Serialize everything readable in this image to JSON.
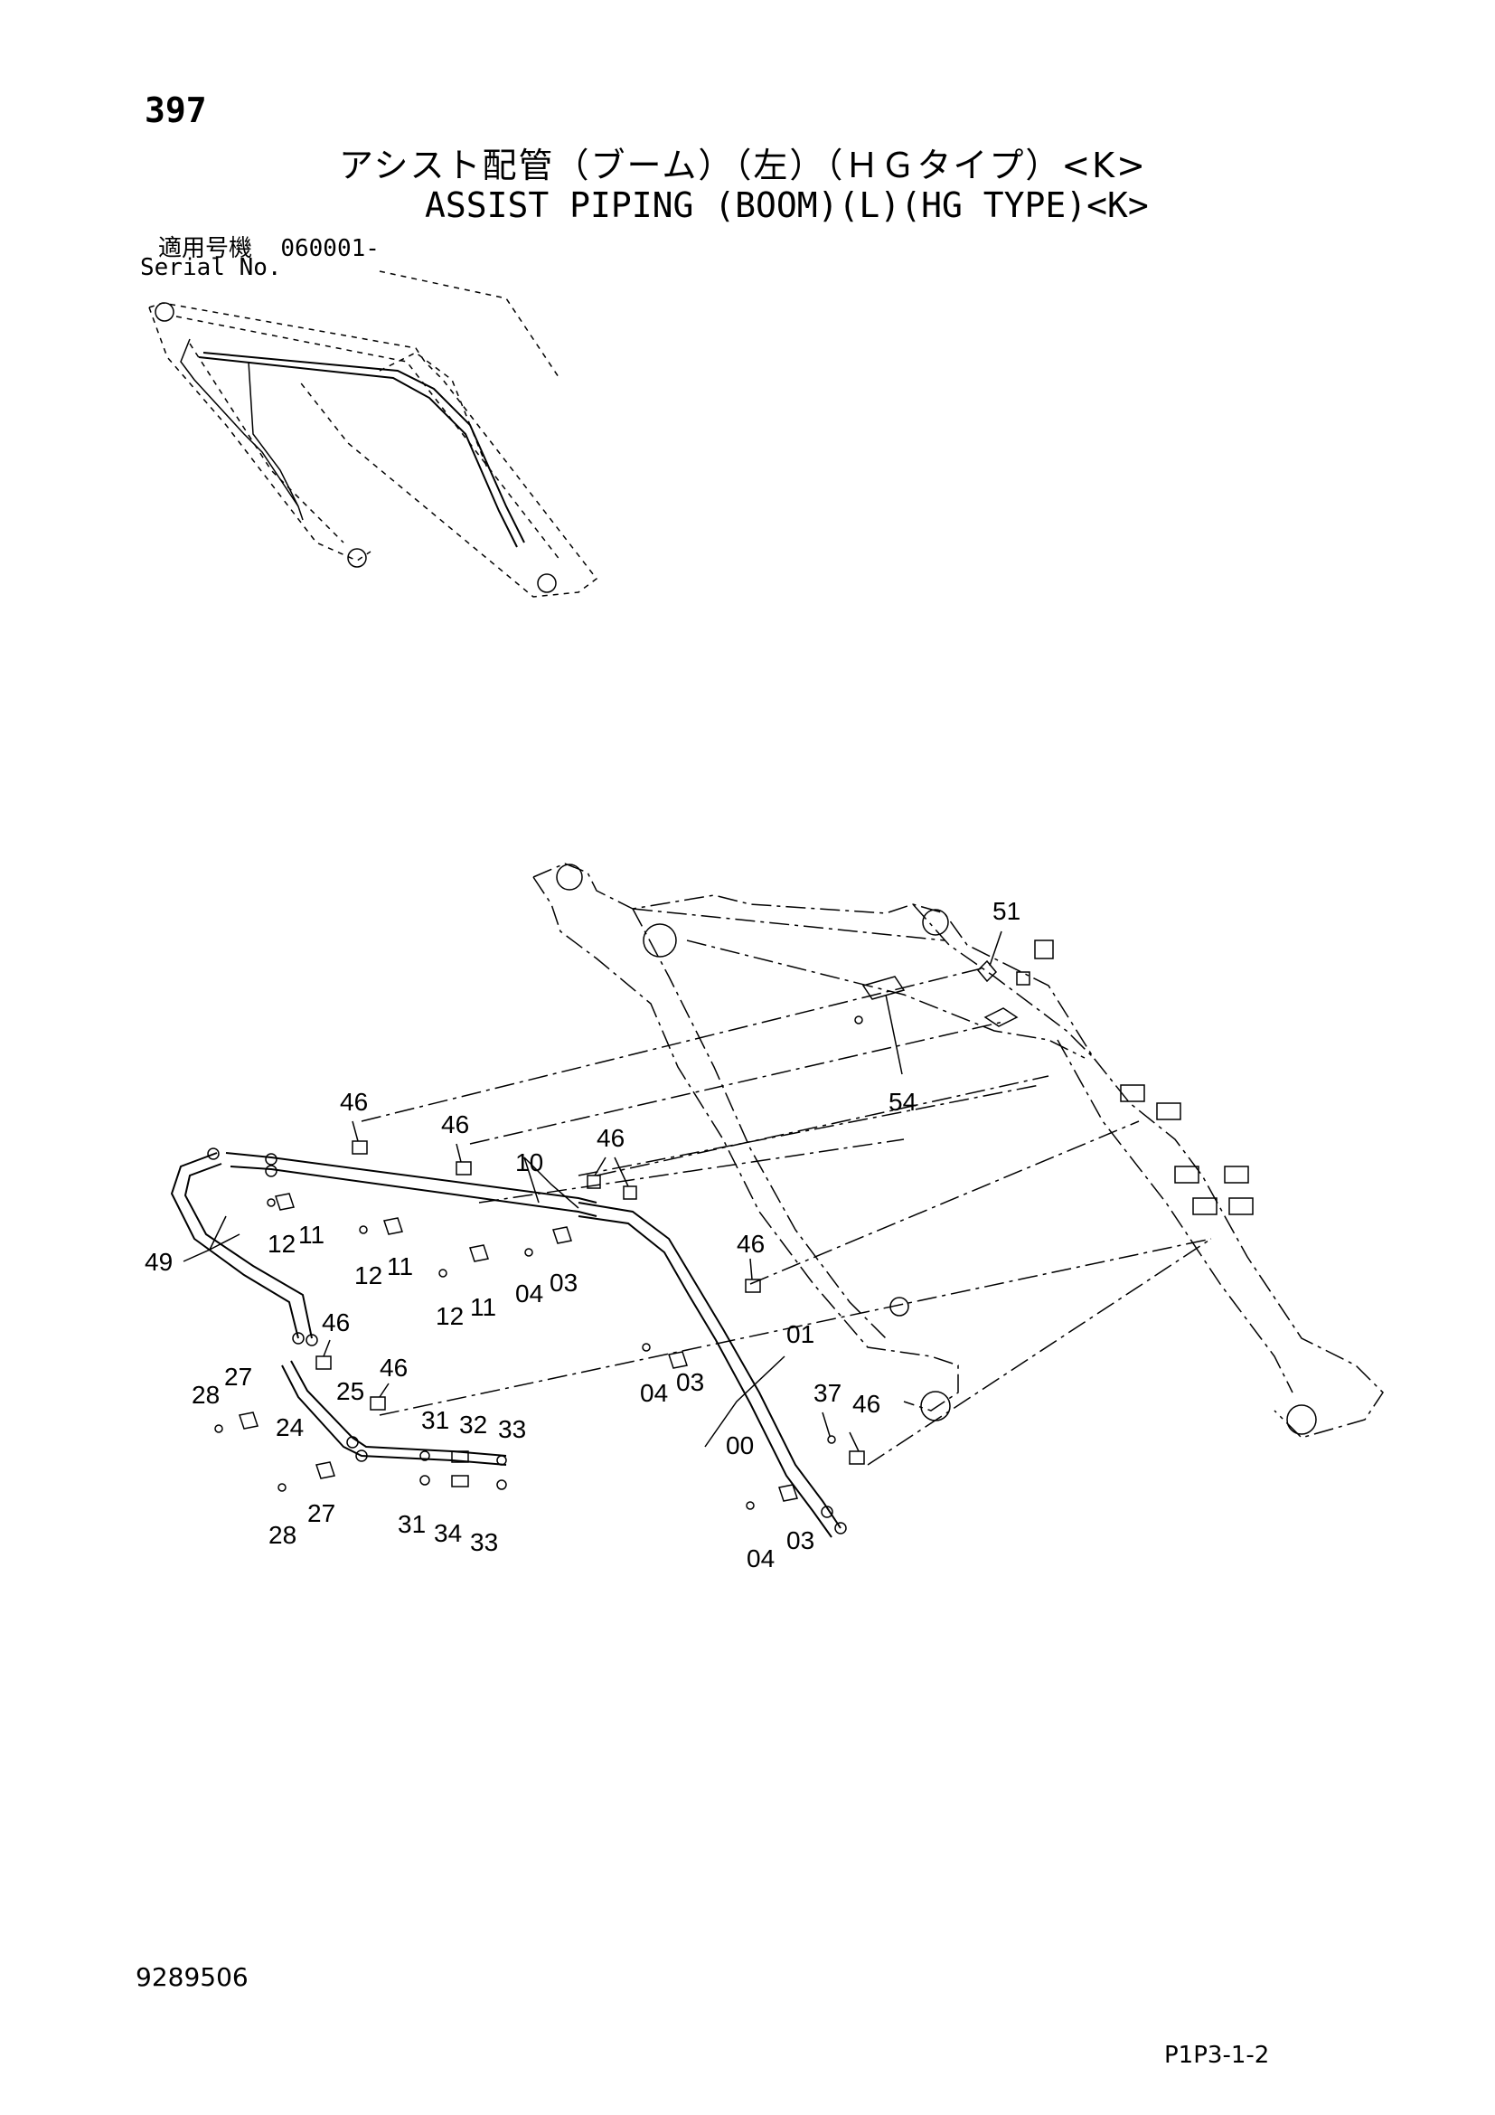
{
  "page_number": "397",
  "title_jp": "アシスト配管（ブーム）（左）（ＨＧタイプ）<K>",
  "title_en": "ASSIST PIPING (BOOM)(L)(HG TYPE)<K>",
  "serial_label_jp": "適用号機",
  "serial_value": "060001-",
  "serial_label_en": "Serial No.",
  "document_number": "9289506",
  "page_code": "P1P3-1-2",
  "callouts": {
    "c51": "51",
    "c54": "54",
    "c46a": "46",
    "c46b": "46",
    "c46c": "46",
    "c46d": "46",
    "c46e": "46",
    "c46f": "46",
    "c46g": "46",
    "c10": "10",
    "c49": "49",
    "c12a": "12",
    "c11a": "11",
    "c12b": "12",
    "c11b": "11",
    "c12c": "12",
    "c11c": "11",
    "c04a": "04",
    "c03a": "03",
    "c04b": "04",
    "c03b": "03",
    "c04c": "04",
    "c03c": "03",
    "c01": "01",
    "c00": "00",
    "c37": "37",
    "c28a": "28",
    "c27a": "27",
    "c25": "25",
    "c24": "24",
    "c28b": "28",
    "c27b": "27",
    "c31a": "31",
    "c32": "32",
    "c33a": "33",
    "c31b": "31",
    "c34": "34",
    "c33b": "33"
  }
}
